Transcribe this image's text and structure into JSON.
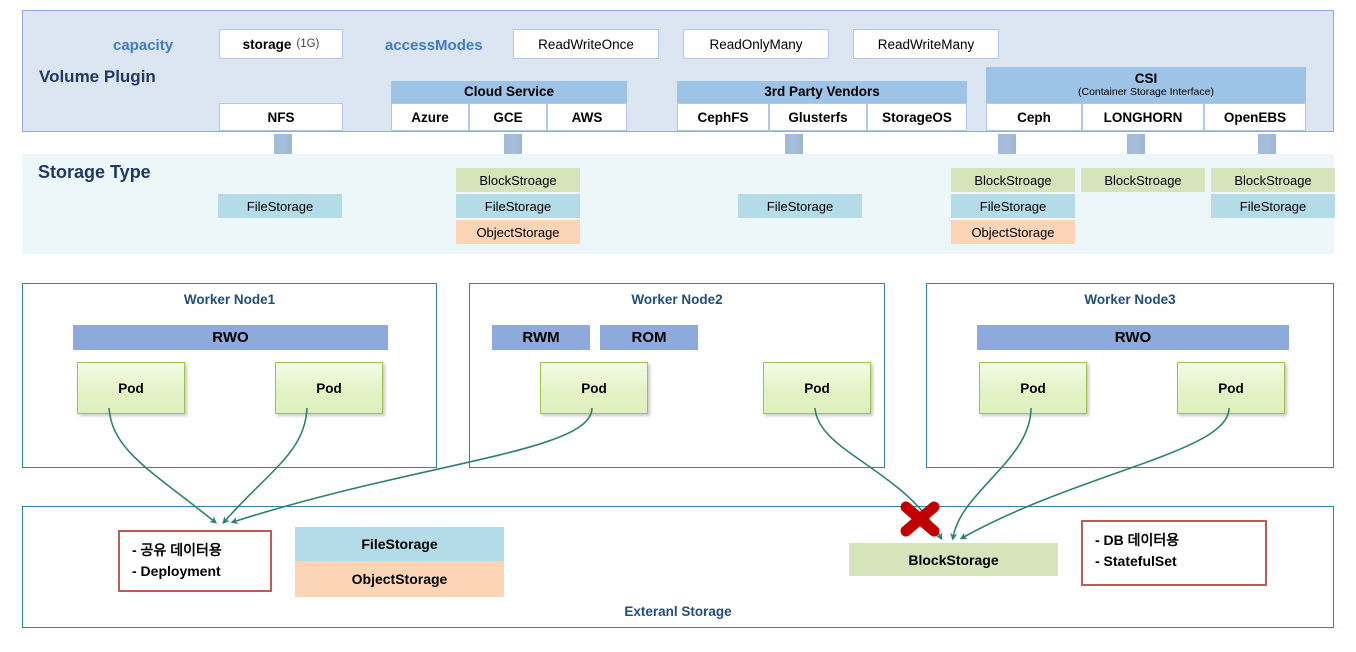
{
  "volume_plugin": {
    "section_label": "Volume Plugin",
    "capacity_label": "capacity",
    "capacity_value_name": "storage",
    "capacity_value_size": "(1G)",
    "access_modes_label": "accessModes",
    "access_modes": [
      "ReadWriteOnce",
      "ReadOnlyMany",
      "ReadWriteMany"
    ],
    "plugins": [
      {
        "header": "",
        "subheader": "",
        "items": [
          "NFS"
        ]
      },
      {
        "header": "Cloud Service",
        "subheader": "",
        "items": [
          "Azure",
          "GCE",
          "AWS"
        ]
      },
      {
        "header": "3rd Party Vendors",
        "subheader": "",
        "items": [
          "CephFS",
          "Glusterfs",
          "StorageOS"
        ]
      },
      {
        "header": "CSI",
        "subheader": "(Container Storage Interface)",
        "items": [
          "Ceph",
          "LONGHORN",
          "OpenEBS"
        ]
      }
    ]
  },
  "storage_type": {
    "section_label": "Storage Type",
    "columns": [
      {
        "for": "NFS",
        "types": [
          "FileStorage"
        ]
      },
      {
        "for": "Cloud Service",
        "types": [
          "BlockStroage",
          "FileStorage",
          "ObjectStorage"
        ]
      },
      {
        "for": "3rd Party Vendors",
        "types": [
          "FileStorage"
        ]
      },
      {
        "for": "Ceph",
        "types": [
          "BlockStroage",
          "FileStorage",
          "ObjectStorage"
        ]
      },
      {
        "for": "LONGHORN",
        "types": [
          "BlockStroage"
        ]
      },
      {
        "for": "OpenEBS",
        "types": [
          "BlockStroage",
          "FileStorage"
        ]
      }
    ]
  },
  "nodes": [
    {
      "title": "Worker Node1",
      "modes": [
        "RWO"
      ],
      "pods": [
        "Pod",
        "Pod"
      ]
    },
    {
      "title": "Worker Node2",
      "modes": [
        "RWM",
        "ROM"
      ],
      "pods": [
        "Pod",
        "Pod"
      ]
    },
    {
      "title": "Worker Node3",
      "modes": [
        "RWO"
      ],
      "pods": [
        "Pod",
        "Pod"
      ]
    }
  ],
  "external_storage": {
    "title": "Exteranl Storage",
    "left_note": [
      "- 공유 데이터용",
      "- Deployment"
    ],
    "right_note": [
      "- DB 데이터용",
      "- StatefulSet"
    ],
    "file_storage": "FileStorage",
    "object_storage": "ObjectStorage",
    "block_storage": "BlockStorage",
    "blocked_marker": "x-mark-icon"
  },
  "colors": {
    "panel_blue": "#dce6f2",
    "panel_teal_light": "#edf6f8",
    "header_blue": "#9dc3e6",
    "accent_navy": "#1f3864",
    "accent_blue": "#3f7bc4",
    "node_border": "#31859c",
    "block_storage": "#d6e4bc",
    "file_storage": "#b3dbe8",
    "object_storage": "#fbd5b5",
    "pod_border": "#9cc34b",
    "note_border": "#bc5c58",
    "connector": "#2e8073",
    "x_mark": "#c00000",
    "mode_bar": "#8eaadb"
  }
}
